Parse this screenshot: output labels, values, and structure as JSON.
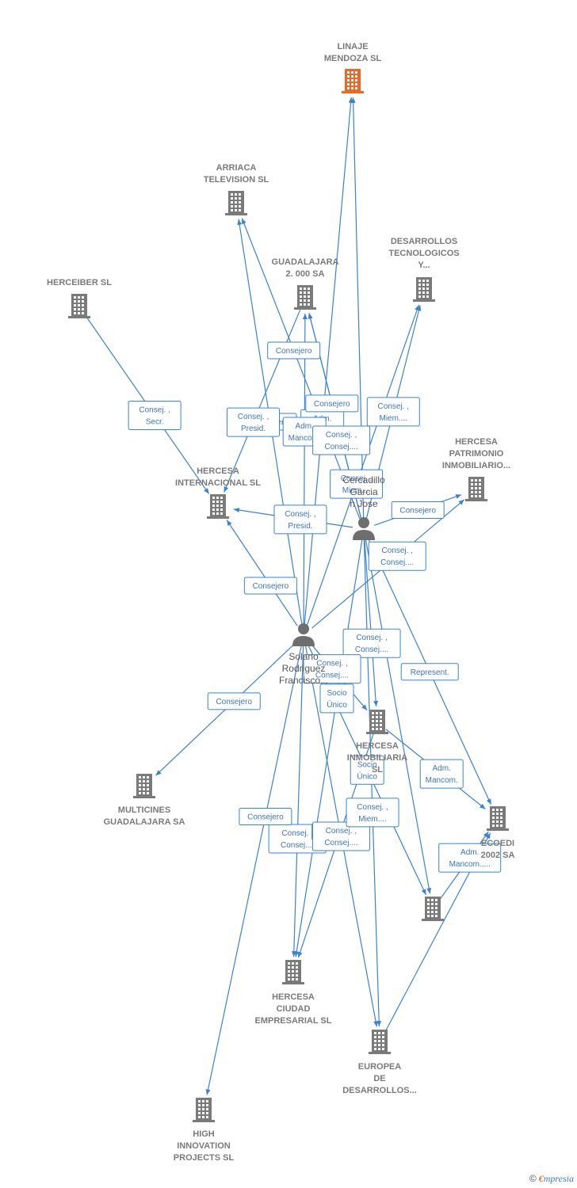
{
  "colors": {
    "edge": "#3b82d4",
    "company": "#7a7a7a",
    "highlight": "#f26522",
    "person": "#6e6e6e"
  },
  "nodes": [
    {
      "id": "linaje",
      "type": "company",
      "highlight": true,
      "lines": [
        "LINAJE",
        "MENDOZA  SL"
      ]
    },
    {
      "id": "arriaca",
      "type": "company",
      "lines": [
        "ARRIACA",
        "TELEVISION SL"
      ]
    },
    {
      "id": "guadalajara2000",
      "type": "company",
      "lines": [
        "GUADALAJARA",
        "2. 000 SA"
      ]
    },
    {
      "id": "desarrollos",
      "type": "company",
      "lines": [
        "DESARROLLOS",
        "TECNOLOGICOS",
        "Y..."
      ]
    },
    {
      "id": "herceiber",
      "type": "company",
      "lines": [
        "HERCEIBER SL"
      ]
    },
    {
      "id": "hercesa_int",
      "type": "company",
      "lines": [
        "HERCESA",
        "INTERNACIONAL SL"
      ]
    },
    {
      "id": "hercesa_patr",
      "type": "company",
      "lines": [
        "HERCESA",
        "PATRIMONIO",
        "INMOBILIARIO..."
      ]
    },
    {
      "id": "cercadillo",
      "type": "person",
      "lines": [
        "Cercadillo",
        "Garcia",
        "n Jose"
      ]
    },
    {
      "id": "solano",
      "type": "person",
      "lines": [
        "Solano",
        "Rodriguez",
        "Francisco..."
      ]
    },
    {
      "id": "hercesa_inm",
      "type": "company",
      "lines": [
        "HERCESA",
        "INMOBILIARIA",
        "SL"
      ]
    },
    {
      "id": "multicines",
      "type": "company",
      "lines": [
        "MULTICINES",
        "GUADALAJARA SA"
      ]
    },
    {
      "id": "ecoedi",
      "type": "company",
      "lines": [
        "ECOEDI",
        "2002 SA"
      ]
    },
    {
      "id": "node_x",
      "type": "company",
      "lines": []
    },
    {
      "id": "hercesa_ciudad",
      "type": "company",
      "lines": [
        "HERCESA",
        "CIUDAD",
        "EMPRESARIAL SL"
      ]
    },
    {
      "id": "europea",
      "type": "company",
      "lines": [
        "EUROPEA",
        "DE",
        "DESARROLLOS..."
      ]
    },
    {
      "id": "high",
      "type": "company",
      "lines": [
        "HIGH",
        "INNOVATION",
        "PROJECTS  SL"
      ]
    }
  ],
  "edges": [
    {
      "from": "solano",
      "to": "linaje",
      "label": [
        "Adm.",
        "Mancom."
      ]
    },
    {
      "from": "cercadillo",
      "to": "linaje",
      "label": []
    },
    {
      "from": "solano",
      "to": "arriaca",
      "label": [
        "Consejero"
      ]
    },
    {
      "from": "cercadillo",
      "to": "arriaca",
      "label": [
        "Consejero"
      ]
    },
    {
      "from": "solano",
      "to": "guadalajara2000",
      "label": [
        "Adm.",
        "Mancom."
      ]
    },
    {
      "from": "cercadillo",
      "to": "guadalajara2000",
      "label": [
        "Consej. ,",
        "Consej...."
      ]
    },
    {
      "from": "solano",
      "to": "desarrollos",
      "label": [
        "Consej. ,",
        "Miem...."
      ]
    },
    {
      "from": "cercadillo",
      "to": "desarrollos",
      "label": [
        "Consej. ,",
        "Miem...."
      ]
    },
    {
      "from": "herceiber",
      "to": "hercesa_int",
      "label": [
        "Consej. ,",
        "Secr."
      ]
    },
    {
      "from": "guadalajara2000",
      "to": "hercesa_int",
      "label": [
        "Consej. ,",
        "Presid."
      ]
    },
    {
      "from": "solano",
      "to": "hercesa_int",
      "label": [
        "Consejero"
      ]
    },
    {
      "from": "cercadillo",
      "to": "hercesa_int",
      "label": [
        "Consej. ,",
        "Presid."
      ]
    },
    {
      "from": "cercadillo",
      "to": "hercesa_patr",
      "label": [
        "Consejero"
      ]
    },
    {
      "from": "solano",
      "to": "hercesa_patr",
      "label": [
        "Consej. ,",
        "Consej...."
      ]
    },
    {
      "from": "cercadillo",
      "to": "hercesa_inm",
      "label": [
        "Consej. ,",
        "Consej...."
      ]
    },
    {
      "from": "solano",
      "to": "hercesa_inm",
      "label": [
        "Consej. ,",
        "Consej...."
      ]
    },
    {
      "from": "solano",
      "to": "multicines",
      "label": [
        "Consejero"
      ]
    },
    {
      "from": "cercadillo",
      "to": "ecoedi",
      "label": [
        "Represent."
      ]
    },
    {
      "from": "hercesa_inm",
      "to": "ecoedi",
      "label": [
        "Adm.",
        "Mancom."
      ]
    },
    {
      "from": "solano",
      "to": "hercesa_ciudad",
      "label": [
        "Consej. ,",
        "Consej...."
      ]
    },
    {
      "from": "cercadillo",
      "to": "hercesa_ciudad",
      "label": [
        "Socio",
        "Único"
      ]
    },
    {
      "from": "hercesa_inm",
      "to": "hercesa_ciudad",
      "label": [
        "Represent."
      ]
    },
    {
      "from": "solano",
      "to": "europea",
      "label": [
        "Consej. ,",
        "Consej...."
      ]
    },
    {
      "from": "cercadillo",
      "to": "europea",
      "label": [
        "Consej. ,",
        "Miem...."
      ]
    },
    {
      "from": "node_x",
      "to": "ecoedi",
      "label": [
        "Adm.",
        "Mancom.,..."
      ]
    },
    {
      "from": "solano",
      "to": "high",
      "label": [
        "Consejero"
      ]
    },
    {
      "from": "cercadillo",
      "to": "node_x",
      "label": []
    },
    {
      "from": "solano",
      "to": "node_x",
      "label": [
        "Socio",
        "Único"
      ]
    },
    {
      "from": "cercadillo",
      "to": "guadalajara2000",
      "label": [
        "Consejero"
      ]
    },
    {
      "from": "europea",
      "to": "ecoedi",
      "label": []
    }
  ],
  "footer": {
    "copyright": "©",
    "brand_initial": "€",
    "brand_rest": "mpresia"
  }
}
